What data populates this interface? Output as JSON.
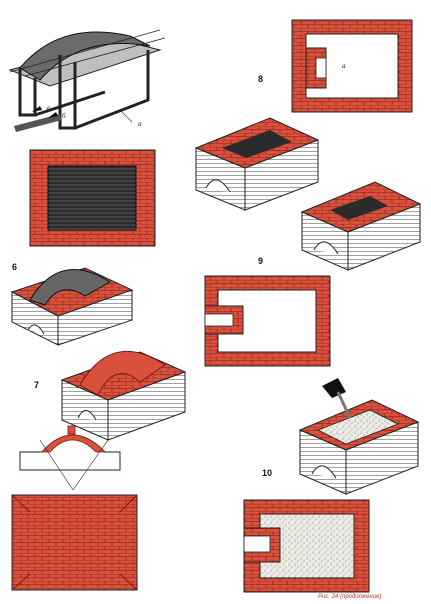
{
  "step_labels": [
    "6",
    "7",
    "8",
    "9",
    "10"
  ],
  "letters": {
    "a": "a",
    "b": "б",
    "v": "в"
  },
  "caption": "Рис. 24 (продолжение)",
  "colors": {
    "brick": "#d9503c",
    "brick_dark": "#9e2a1c",
    "line": "#222222",
    "fill_sand": "#ecebe4"
  }
}
